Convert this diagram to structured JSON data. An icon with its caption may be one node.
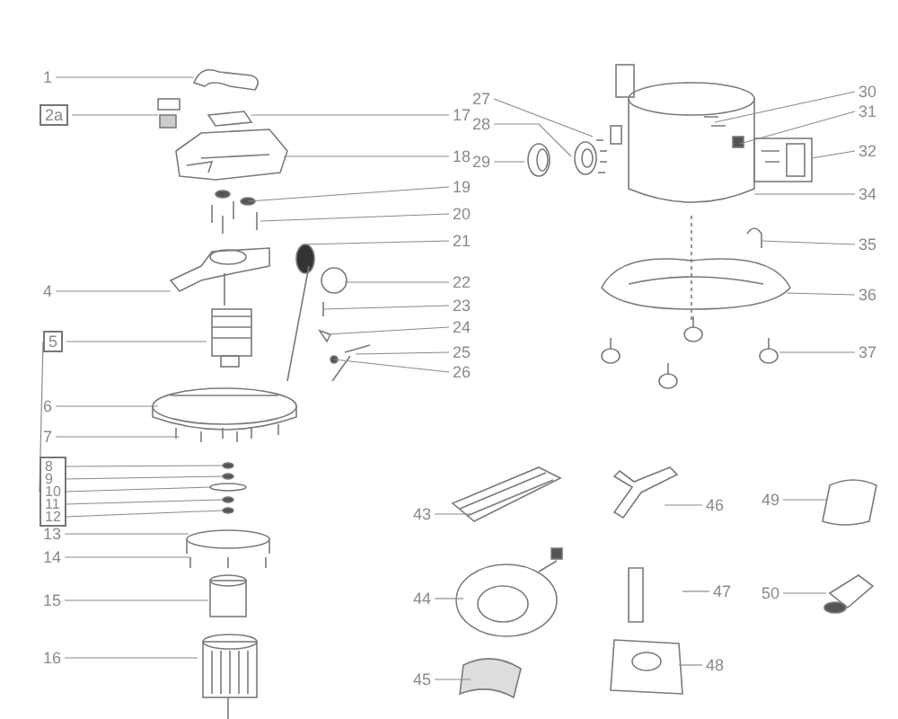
{
  "diagram": {
    "nodes": [
      {
        "text": [
          "1"
        ]
      },
      {
        "text": [
          "2a"
        ]
      },
      {
        "text": [
          "4"
        ]
      },
      {
        "text": [
          "5"
        ]
      },
      {
        "text": [
          "6"
        ]
      },
      {
        "text": [
          "7"
        ]
      },
      {
        "text": [],
        "shape": "box"
      },
      {
        "text": [
          "8"
        ],
        "in": 6
      },
      {
        "text": [
          "9"
        ],
        "in": 6
      },
      {
        "text": [
          "10"
        ],
        "in": 6
      },
      {
        "text": [
          "11"
        ],
        "in": 6
      },
      {
        "text": [
          "12"
        ],
        "in": 6
      },
      {
        "text": [
          "13"
        ]
      },
      {
        "text": [
          "14"
        ]
      },
      {
        "text": [
          "15"
        ]
      },
      {
        "text": [
          "16"
        ]
      },
      {
        "text": [
          "17"
        ]
      },
      {
        "text": [
          "18"
        ]
      },
      {
        "text": [
          "19"
        ]
      },
      {
        "text": [
          "20"
        ]
      },
      {
        "text": [
          "21"
        ]
      },
      {
        "text": [
          "22"
        ]
      },
      {
        "text": [
          "23"
        ]
      },
      {
        "text": [
          "24"
        ]
      },
      {
        "text": [
          "25"
        ]
      },
      {
        "text": [
          "26"
        ]
      },
      {
        "text": [
          "27"
        ]
      },
      {
        "text": [
          "28"
        ]
      },
      {
        "text": [
          "29"
        ]
      },
      {
        "text": [
          "30"
        ]
      },
      {
        "text": [
          "31"
        ]
      },
      {
        "text": [
          "32"
        ]
      },
      {
        "text": [
          "34"
        ]
      },
      {
        "text": [
          "35"
        ]
      },
      {
        "text": [
          "36"
        ]
      },
      {
        "text": [
          "37"
        ]
      },
      {
        "text": [
          "43"
        ]
      },
      {
        "text": [
          "44"
        ]
      },
      {
        "text": [
          "45"
        ]
      },
      {
        "text": [
          "46"
        ]
      },
      {
        "text": [
          "47"
        ]
      },
      {
        "text": [
          "48"
        ]
      },
      {
        "text": [
          "49"
        ]
      },
      {
        "text": [
          "50"
        ]
      }
    ],
    "edges": [
      {
        "from": 0,
        "to": null,
        "arrow": "none"
      },
      {
        "from": 1,
        "to": null,
        "arrow": "none"
      },
      {
        "from": 2,
        "to": null,
        "arrow": "none"
      },
      {
        "from": 3,
        "to": null,
        "arrow": "none"
      },
      {
        "from": 4,
        "to": null,
        "arrow": "none"
      },
      {
        "from": 5,
        "to": null,
        "arrow": "none"
      },
      {
        "from": 7,
        "to": null,
        "arrow": "none"
      },
      {
        "from": 8,
        "to": null,
        "arrow": "none"
      },
      {
        "from": 9,
        "to": null,
        "arrow": "none"
      },
      {
        "from": 10,
        "to": null,
        "arrow": "none"
      },
      {
        "from": 11,
        "to": null,
        "arrow": "none"
      },
      {
        "from": 12,
        "to": null,
        "arrow": "none"
      },
      {
        "from": 13,
        "to": null,
        "arrow": "none"
      },
      {
        "from": 14,
        "to": null,
        "arrow": "none"
      },
      {
        "from": 15,
        "to": null,
        "arrow": "none"
      },
      {
        "from": 16,
        "to": null,
        "arrow": "none"
      },
      {
        "from": 17,
        "to": null,
        "arrow": "none"
      },
      {
        "from": 18,
        "to": null,
        "arrow": "none"
      },
      {
        "from": 19,
        "to": null,
        "arrow": "none"
      },
      {
        "from": 20,
        "to": null,
        "arrow": "none"
      },
      {
        "from": 21,
        "to": null,
        "arrow": "none"
      },
      {
        "from": 22,
        "to": null,
        "arrow": "none"
      },
      {
        "from": 23,
        "to": null,
        "arrow": "none"
      },
      {
        "from": 24,
        "to": null,
        "arrow": "none"
      },
      {
        "from": 25,
        "to": null,
        "arrow": "none"
      },
      {
        "from": 26,
        "to": null,
        "arrow": "none"
      },
      {
        "from": 27,
        "to": null,
        "arrow": "none"
      },
      {
        "from": 28,
        "to": null,
        "arrow": "none"
      },
      {
        "from": 29,
        "to": null,
        "arrow": "none"
      },
      {
        "from": 30,
        "to": null,
        "arrow": "none"
      },
      {
        "from": 31,
        "to": null,
        "arrow": "none"
      },
      {
        "from": 32,
        "to": null,
        "arrow": "none"
      },
      {
        "from": 33,
        "to": null,
        "arrow": "none"
      },
      {
        "from": 34,
        "to": null,
        "arrow": "none"
      },
      {
        "from": 35,
        "to": null,
        "arrow": "none"
      },
      {
        "from": 36,
        "to": null,
        "arrow": "none"
      },
      {
        "from": 37,
        "to": null,
        "arrow": "none"
      },
      {
        "from": 38,
        "to": null,
        "arrow": "none"
      },
      {
        "from": 39,
        "to": null,
        "arrow": "none"
      },
      {
        "from": 40,
        "to": null,
        "arrow": "none"
      },
      {
        "from": 41,
        "to": null,
        "arrow": "none"
      },
      {
        "from": 42,
        "to": null,
        "arrow": "none"
      },
      {
        "from": 43,
        "to": null,
        "arrow": "none"
      },
      {
        "from": 3,
        "to": 6,
        "arrow": "none"
      }
    ]
  }
}
